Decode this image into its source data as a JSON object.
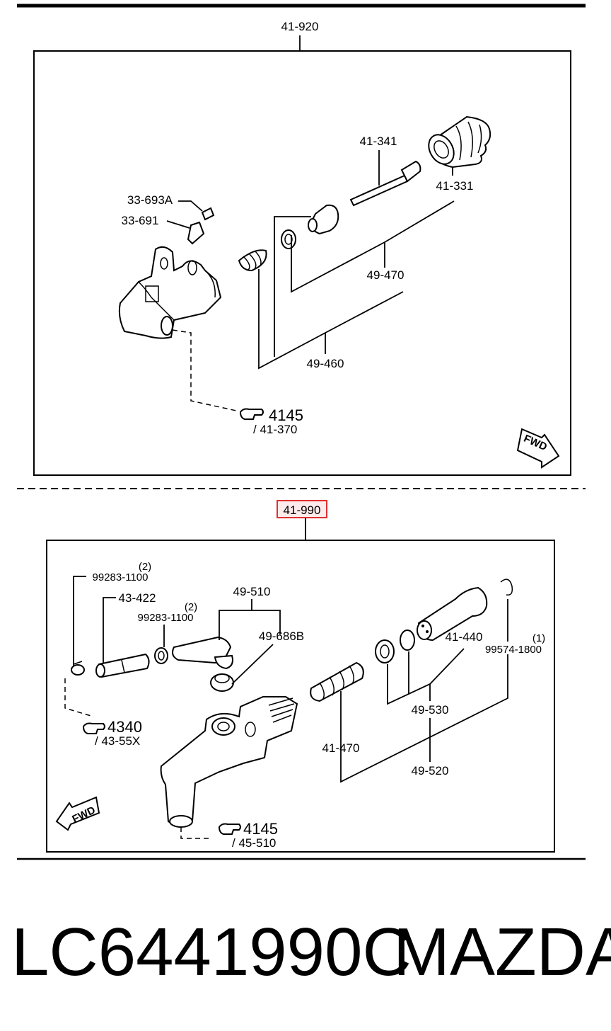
{
  "top_panel": {
    "assembly_label": "41-920",
    "parts": {
      "p41_341": "41-341",
      "p41_331": "41-331",
      "p33_693a": "33-693A",
      "p33_691": "33-691",
      "p49_470": "49-470",
      "p49_460": "49-460"
    },
    "ref_main": "4145",
    "ref_sub": "/ 41-370",
    "fwd": "FWD"
  },
  "bottom_panel": {
    "assembly_label": "41-990",
    "assembly_highlight_color": "#e03030",
    "parts": {
      "p99283_1100_a": "99283-1100",
      "p99283_1100_a_qty": "(2)",
      "p43_422": "43-422",
      "p99283_1100_b": "99283-1100",
      "p99283_1100_b_qty": "(2)",
      "p49_510": "49-510",
      "p49_686b": "49-686B",
      "p41_440": "41-440",
      "p99574_1800": "99574-1800",
      "p99574_1800_qty": "(1)",
      "p49_530": "49-530",
      "p41_470": "41-470",
      "p49_520": "49-520"
    },
    "ref1_main": "4340",
    "ref1_sub": "/ 43-55X",
    "ref2_main": "4145",
    "ref2_sub": "/ 45-510",
    "fwd": "FWD"
  },
  "caption": {
    "part_number": "LC6441990C",
    "brand": "MAZDA"
  }
}
